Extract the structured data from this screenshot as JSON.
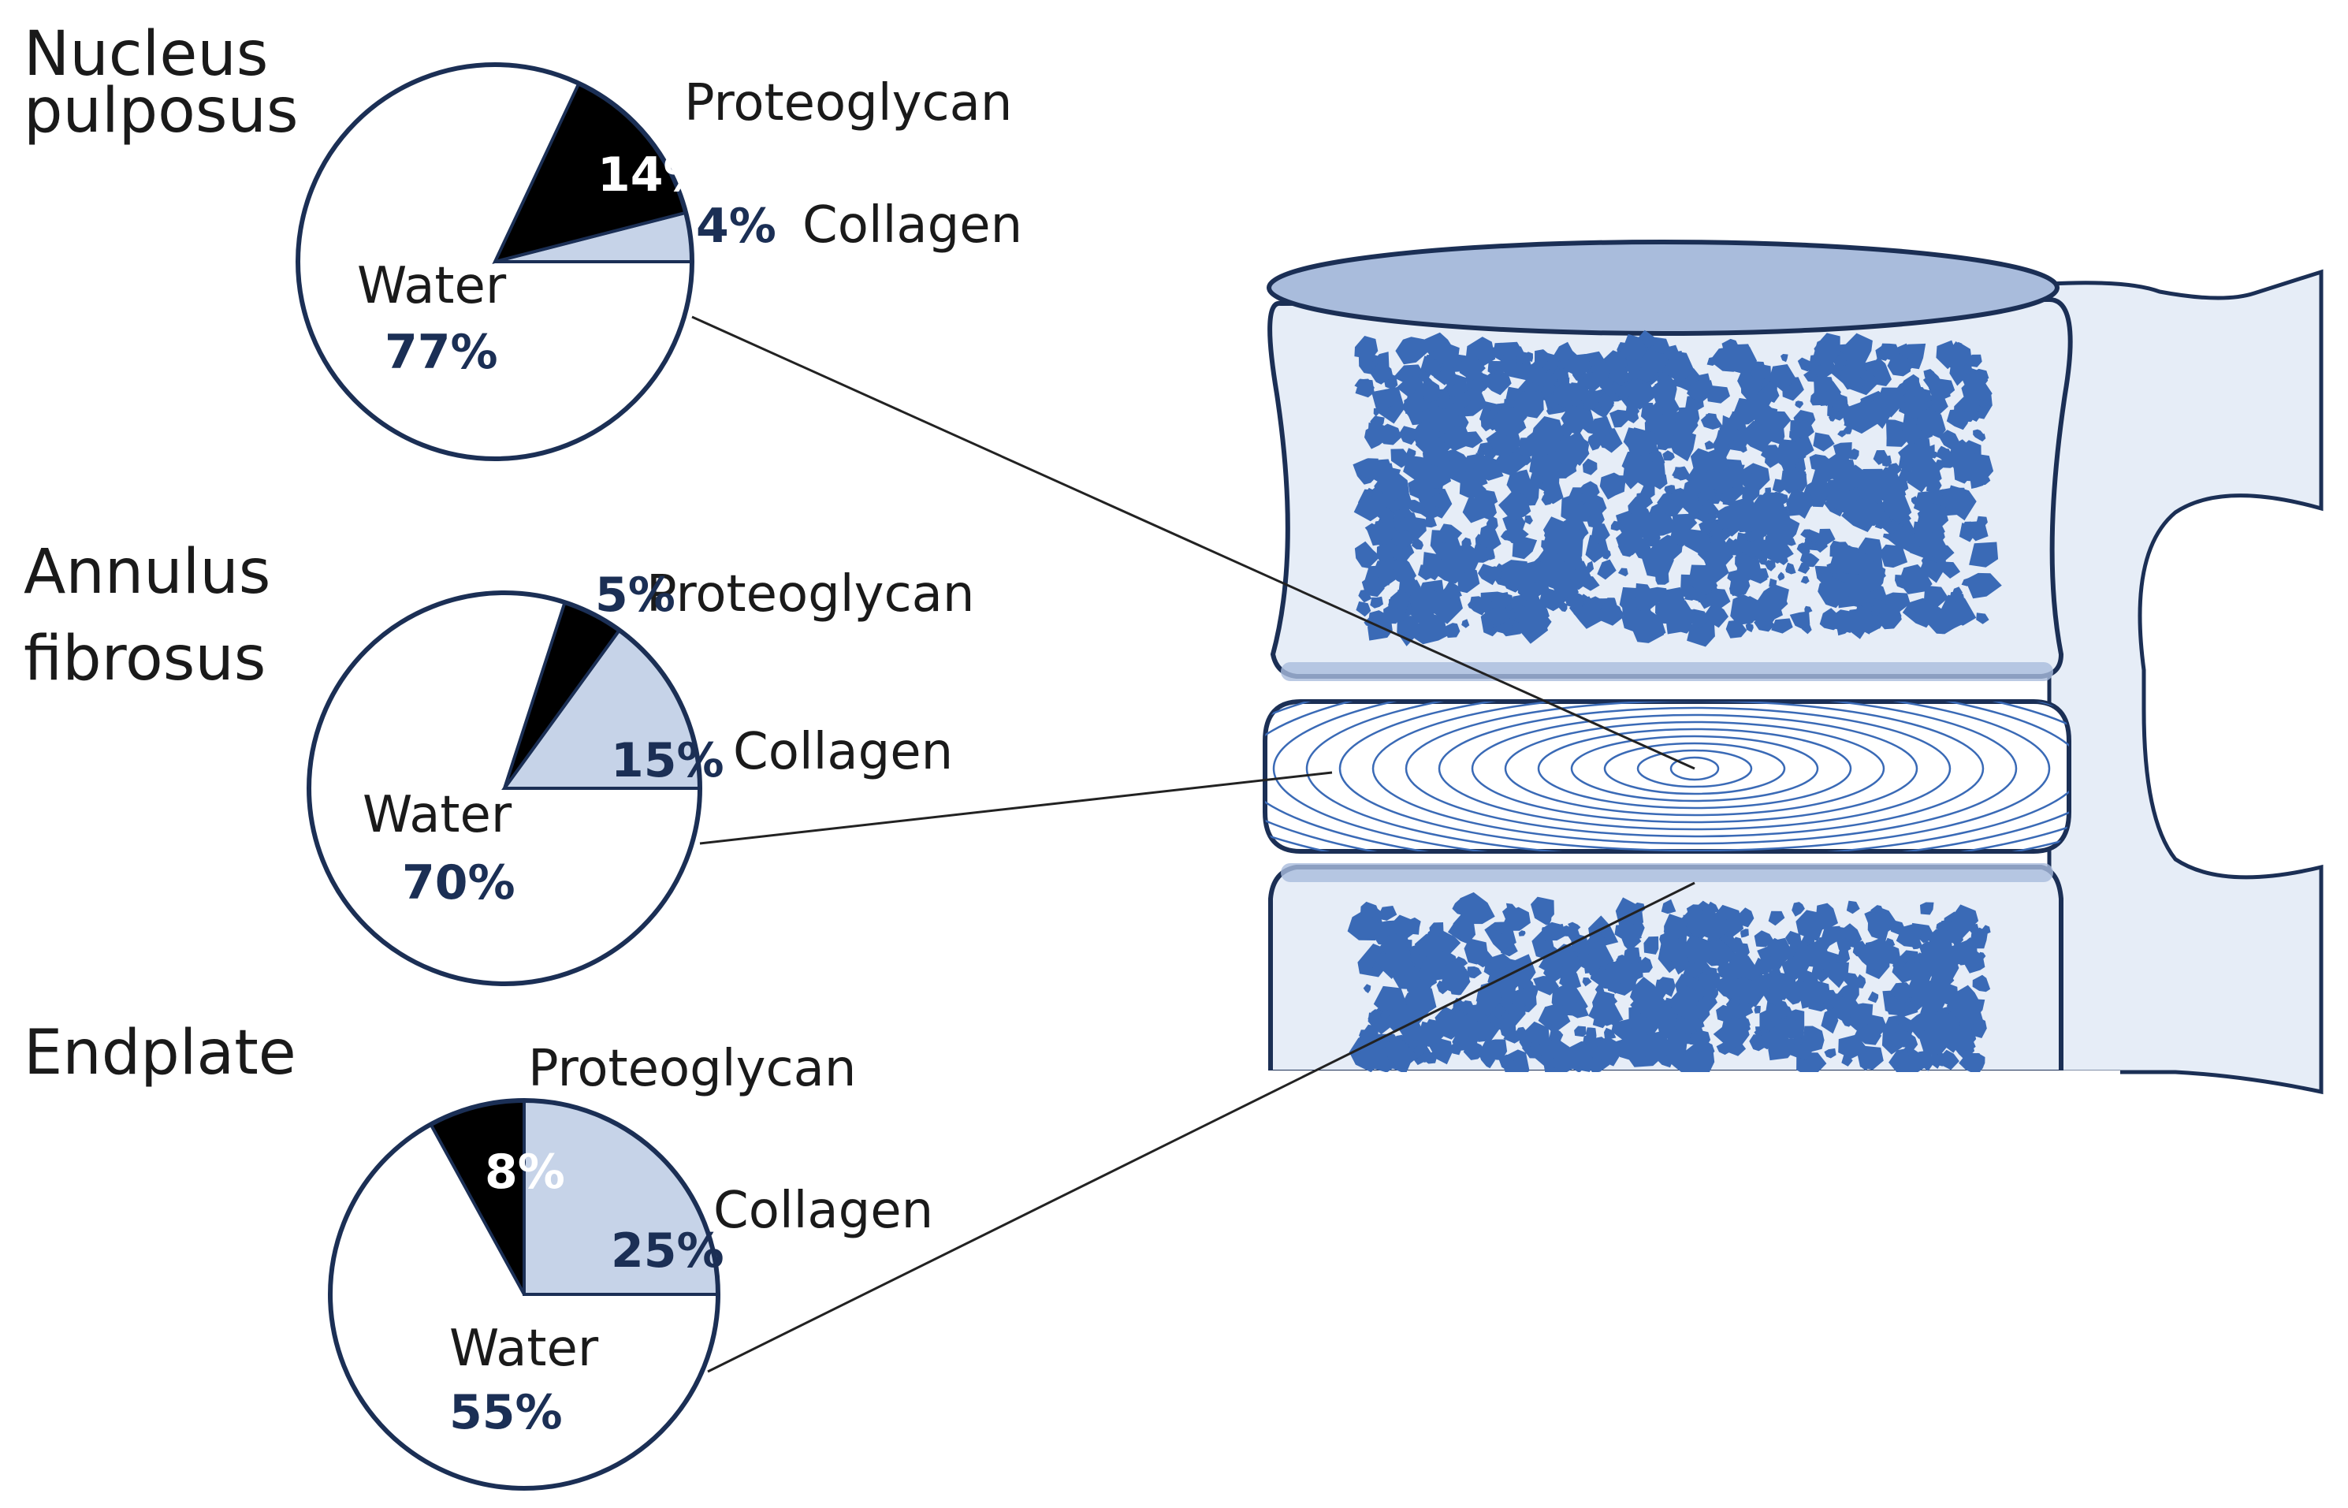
{
  "chart_data": [
    {
      "type": "pie",
      "title": "Nucleus pulposus",
      "slices": [
        {
          "label": "Water",
          "value": 77,
          "display": "77%"
        },
        {
          "label": "Collagen",
          "value": 4,
          "display": "4%"
        },
        {
          "label": "Proteoglycan",
          "value": 14,
          "display": "14%"
        }
      ]
    },
    {
      "type": "pie",
      "title": "Annulus fibrosus",
      "slices": [
        {
          "label": "Water",
          "value": 70,
          "display": "70%"
        },
        {
          "label": "Collagen",
          "value": 15,
          "display": "15%"
        },
        {
          "label": "Proteoglycan",
          "value": 5,
          "display": "5%"
        }
      ]
    },
    {
      "type": "pie",
      "title": "Endplate",
      "slices": [
        {
          "label": "Water",
          "value": 55,
          "display": "55%"
        },
        {
          "label": "Collagen",
          "value": 25,
          "display": "25%"
        },
        {
          "label": "Proteoglycan",
          "value": 8,
          "display": "8%"
        }
      ]
    }
  ],
  "colors": {
    "water": "#ffffff",
    "collagen": "#c6d3e8",
    "proteoglycan": "#000000",
    "outline": "#1b2f55",
    "bone_fill": "#e6edf7",
    "bone_dark": "#a9bcdc",
    "trabecular": "#3a6ab6",
    "leader": "#222222"
  },
  "illustration_icon": "intervertebral-disc-icon"
}
